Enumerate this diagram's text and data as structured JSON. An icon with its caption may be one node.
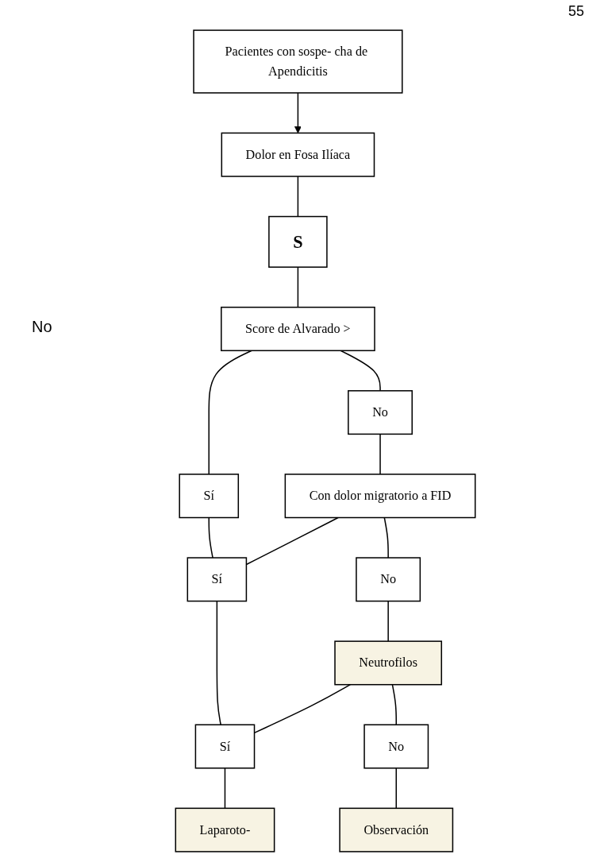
{
  "diagram": {
    "nodes": [
      {
        "text": [
          "Pacientes con sospe- cha de Apendicitis"
        ]
      },
      {
        "text": [
          "Dolor en Fosa Ilíaca"
        ]
      },
      {
        "text": [
          "S"
        ]
      },
      {
        "text": [
          "Score de Alvarado >"
        ]
      },
      {
        "text": [
          "Sí"
        ]
      },
      {
        "text": [
          "No"
        ]
      },
      {
        "text": [
          "Con dolor migratorio a FID"
        ]
      },
      {
        "text": [
          "Sí"
        ]
      },
      {
        "text": [
          "No"
        ]
      },
      {
        "text": [
          "Neutrofilos"
        ]
      },
      {
        "text": [
          "Sí"
        ]
      },
      {
        "text": [
          "No"
        ]
      },
      {
        "text": [
          "Laparoto-"
        ]
      },
      {
        "text": [
          "Observación"
        ]
      }
    ],
    "edges": [
      {
        "from": 0,
        "to": 1,
        "arrow": "to"
      },
      {
        "from": 1,
        "to": 2,
        "arrow": "none"
      },
      {
        "from": 2,
        "to": 3,
        "arrow": "none"
      },
      {
        "from": 3,
        "to": 4,
        "arrow": "none"
      },
      {
        "from": 3,
        "to": 5,
        "arrow": "none"
      },
      {
        "from": 5,
        "to": 6,
        "arrow": "none"
      },
      {
        "from": 4,
        "to": 7,
        "arrow": "none"
      },
      {
        "from": 6,
        "to": 7,
        "arrow": "none"
      },
      {
        "from": 6,
        "to": 8,
        "arrow": "none"
      },
      {
        "from": 8,
        "to": 9,
        "arrow": "none"
      },
      {
        "from": 7,
        "to": 10,
        "arrow": "none"
      },
      {
        "from": 9,
        "to": 10,
        "arrow": "none"
      },
      {
        "from": 10,
        "to": 12,
        "arrow": "none"
      },
      {
        "from": 9,
        "to": 11,
        "arrow": "none"
      },
      {
        "from": 11,
        "to": 13,
        "arrow": "none"
      }
    ],
    "labels": [
      "55",
      "No"
    ]
  }
}
